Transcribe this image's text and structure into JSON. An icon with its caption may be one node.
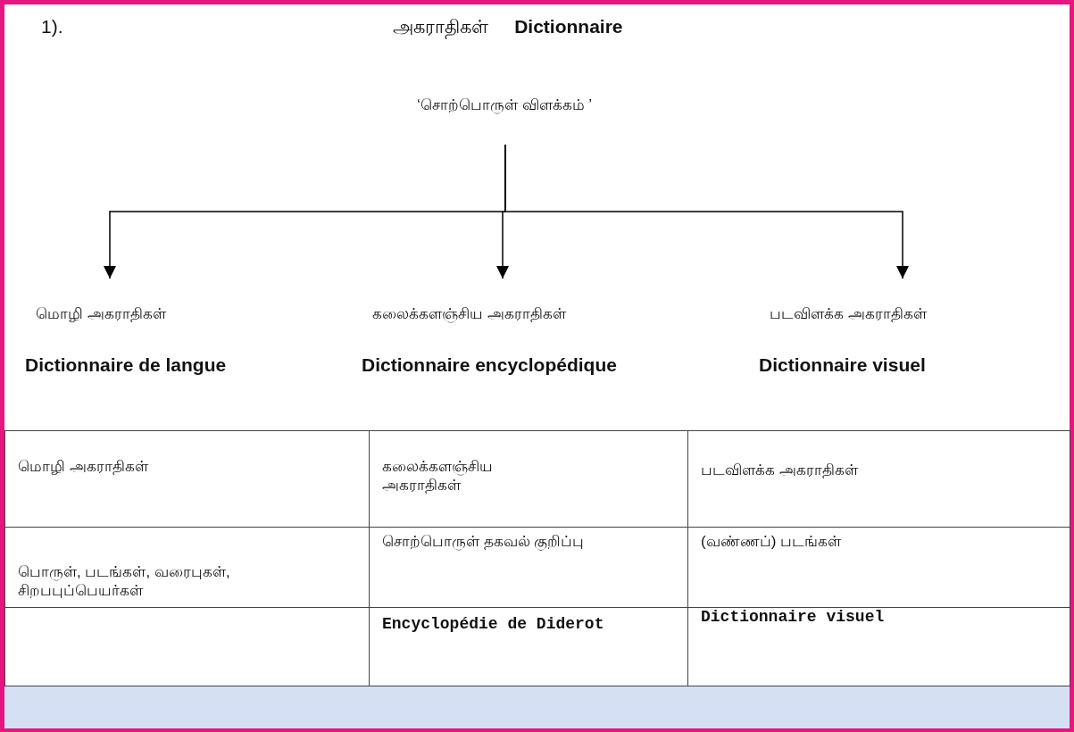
{
  "diagram": {
    "title": "அகராதிகள்     **Dictionnaire**",
    "nodes": [
      {
        "text": [
          "‘சொற்பொருள் விளக்கம் ’"
        ]
      },
      {
        "text": [
          "மொழி அகராதிகள்",
          "Dictionnaire  de langue"
        ]
      },
      {
        "text": [
          "கலைக்களஞ்சிய அகராதிகள்",
          "Dictionnaire encyclopédique"
        ]
      },
      {
        "text": [
          "படவிளக்க அகராதிகள்",
          "Dictionnaire visuel"
        ]
      }
    ],
    "edges": [
      {
        "from": 0,
        "to": 1,
        "arrow": "to"
      },
      {
        "from": 0,
        "to": 2,
        "arrow": "to"
      },
      {
        "from": 0,
        "to": 3,
        "arrow": "to"
      }
    ],
    "labels": [
      "1).",
      "மொழி அகராதிகள்",
      "கலைக்களஞ்சிய அகராதிகள்",
      "படவிளக்க அகராதிகள்",
      "பொருள், படங்கள், வரைபுகள், சிறபபுப்பெயர்கள்",
      "சொற்பொருள் தகவல் குறிப்பு",
      "(வண்ணப்) படங்கள்",
      "Encyclopédie de Diderot",
      "Dictionnaire visuel"
    ]
  }
}
